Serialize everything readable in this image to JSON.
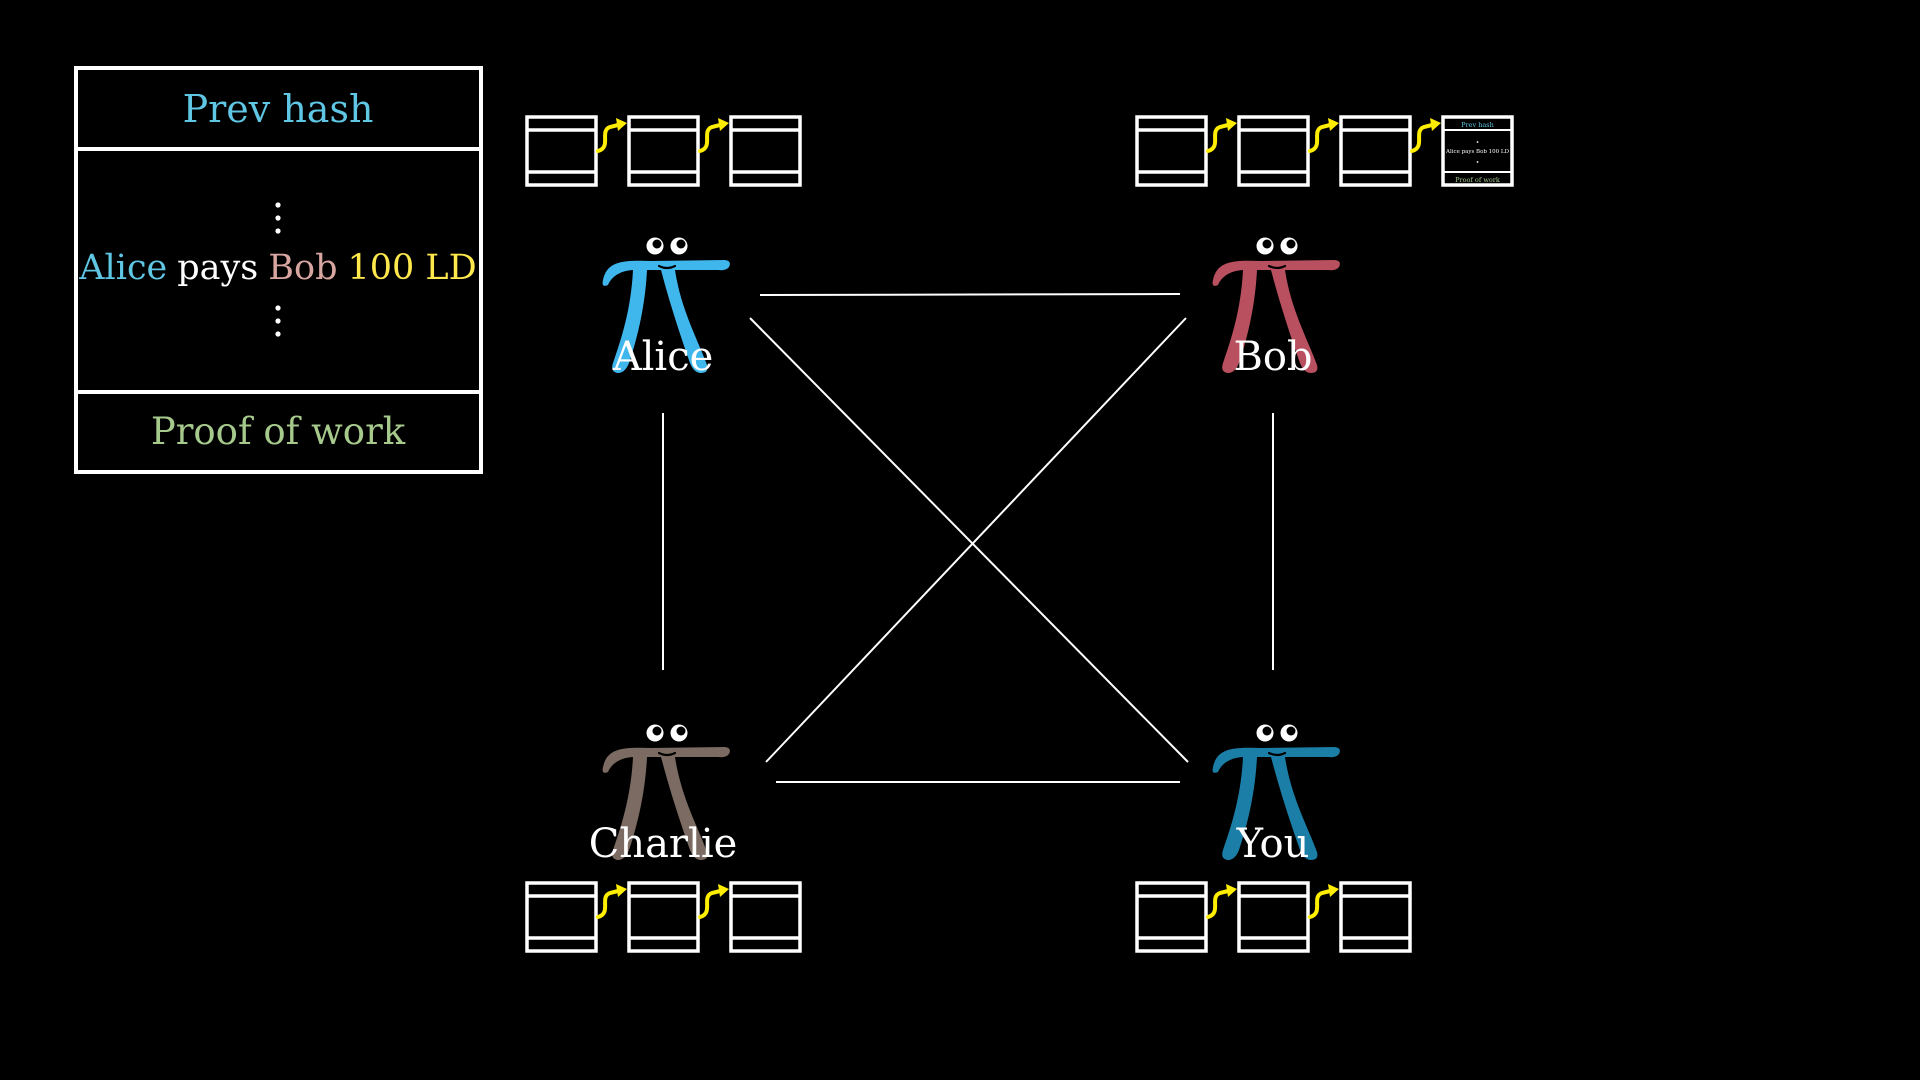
{
  "block_detail": {
    "prev_hash_label": "Prev hash",
    "transaction": {
      "payer": "Alice",
      "verb": "pays",
      "payee": "Bob",
      "amount": "100 LD"
    },
    "proof_label": "Proof of work"
  },
  "mini_block": {
    "prev_hash_label": "Prev hash",
    "transaction": "Alice pays Bob 100 LD",
    "proof_label": "Proof of work"
  },
  "colors": {
    "background": "#000000",
    "stroke": "#ffffff",
    "prev_hash": "#5fc6e4",
    "alice_text": "#5fc6e4",
    "bob_text": "#d8a6a0",
    "amount_text": "#ffe94c",
    "proof_of_work": "#a6c98c",
    "chain_arrow": "#ffee00",
    "alice_pi": "#3fb6ec",
    "bob_pi": "#b9505f",
    "charlie_pi": "#7b6b62",
    "you_pi": "#1a7ea6"
  },
  "peers": [
    {
      "id": "alice",
      "name": "Alice",
      "color_key": "alice_pi",
      "block_count": 3,
      "has_new_block": false
    },
    {
      "id": "bob",
      "name": "Bob",
      "color_key": "bob_pi",
      "block_count": 4,
      "has_new_block": true
    },
    {
      "id": "charlie",
      "name": "Charlie",
      "color_key": "charlie_pi",
      "block_count": 3,
      "has_new_block": false
    },
    {
      "id": "you",
      "name": "You",
      "color_key": "you_pi",
      "block_count": 3,
      "has_new_block": false
    }
  ],
  "connections": [
    [
      "alice",
      "bob"
    ],
    [
      "alice",
      "charlie"
    ],
    [
      "alice",
      "you"
    ],
    [
      "bob",
      "charlie"
    ],
    [
      "bob",
      "you"
    ],
    [
      "charlie",
      "you"
    ]
  ]
}
